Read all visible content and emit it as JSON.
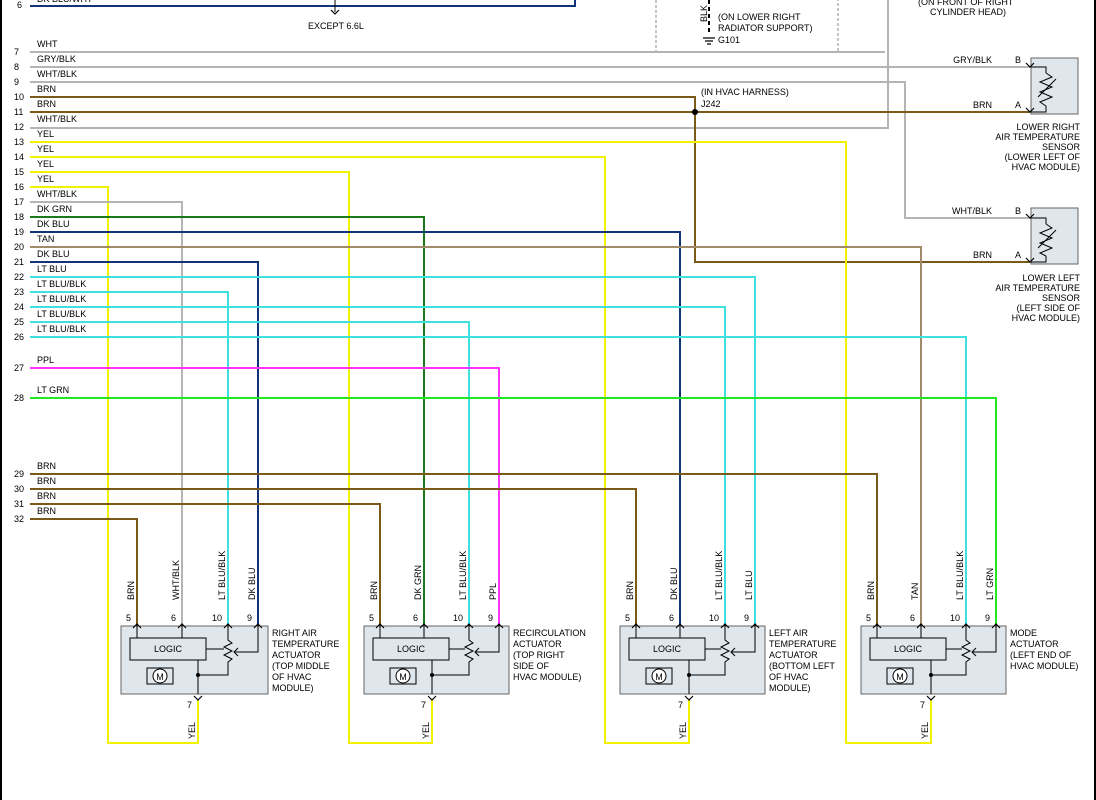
{
  "header": {
    "partial_row6_label": "DK BLU/WHT",
    "row6_number": "6",
    "except_label": "EXCEPT 6.6L",
    "ground_wire_color": "BLK",
    "ground_location_line1": "(ON LOWER RIGHT",
    "ground_location_line2": "RADIATOR SUPPORT)",
    "ground_id": "G101",
    "top_right_line1": "(ON FRONT OF RIGHT",
    "top_right_line2": "CYLINDER HEAD)"
  },
  "splice": {
    "location": "(IN HVAC HARNESS)",
    "id": "J242"
  },
  "colors": {
    "WHT": "#b4b4b4",
    "GRY/BLK": "#b4b4b4",
    "WHT/BLK": "#b4b4b4",
    "BRN": "#7a5a18",
    "YEL": "#f2f200",
    "DK GRN": "#1a7a1a",
    "DK BLU": "#14347a",
    "TAN": "#a08a6a",
    "LT BLU": "#3ee0e0",
    "LT BLU/BLK": "#3ee0e0",
    "PPL": "#ff33ff",
    "LT GRN": "#22e822"
  },
  "rows": [
    {
      "num": "7",
      "label": "WHT",
      "color": "WHT"
    },
    {
      "num": "8",
      "label": "GRY/BLK",
      "color": "GRY/BLK"
    },
    {
      "num": "9",
      "label": "WHT/BLK",
      "color": "WHT/BLK"
    },
    {
      "num": "10",
      "label": "BRN",
      "color": "BRN"
    },
    {
      "num": "11",
      "label": "BRN",
      "color": "BRN"
    },
    {
      "num": "12",
      "label": "WHT/BLK",
      "color": "WHT/BLK"
    },
    {
      "num": "13",
      "label": "YEL",
      "color": "YEL"
    },
    {
      "num": "14",
      "label": "YEL",
      "color": "YEL"
    },
    {
      "num": "15",
      "label": "YEL",
      "color": "YEL"
    },
    {
      "num": "16",
      "label": "YEL",
      "color": "YEL"
    },
    {
      "num": "17",
      "label": "WHT/BLK",
      "color": "WHT/BLK"
    },
    {
      "num": "18",
      "label": "DK GRN",
      "color": "DK GRN"
    },
    {
      "num": "19",
      "label": "DK BLU",
      "color": "DK BLU"
    },
    {
      "num": "20",
      "label": "TAN",
      "color": "TAN"
    },
    {
      "num": "21",
      "label": "DK BLU",
      "color": "DK BLU"
    },
    {
      "num": "22",
      "label": "LT BLU",
      "color": "LT BLU"
    },
    {
      "num": "23",
      "label": "LT BLU/BLK",
      "color": "LT BLU/BLK"
    },
    {
      "num": "24",
      "label": "LT BLU/BLK",
      "color": "LT BLU/BLK"
    },
    {
      "num": "25",
      "label": "LT BLU/BLK",
      "color": "LT BLU/BLK"
    },
    {
      "num": "26",
      "label": "LT BLU/BLK",
      "color": "LT BLU/BLK"
    },
    {
      "num": "27",
      "label": "PPL",
      "color": "PPL"
    },
    {
      "num": "28",
      "label": "LT GRN",
      "color": "LT GRN"
    },
    {
      "num": "29",
      "label": "BRN",
      "color": "BRN"
    },
    {
      "num": "30",
      "label": "BRN",
      "color": "BRN"
    },
    {
      "num": "31",
      "label": "BRN",
      "color": "BRN"
    },
    {
      "num": "32",
      "label": "BRN",
      "color": "BRN"
    }
  ],
  "sensors": [
    {
      "name_lines": [
        "LOWER RIGHT",
        "AIR TEMPERATURE",
        "SENSOR",
        "(LOWER LEFT OF",
        "HVAC MODULE)"
      ],
      "pins": [
        {
          "pin": "B",
          "wire": "GRY/BLK"
        },
        {
          "pin": "A",
          "wire": "BRN"
        }
      ]
    },
    {
      "name_lines": [
        "LOWER LEFT",
        "AIR TEMPERATURE",
        "SENSOR",
        "(LEFT SIDE OF",
        "HVAC MODULE)"
      ],
      "pins": [
        {
          "pin": "B",
          "wire": "WHT/BLK"
        },
        {
          "pin": "A",
          "wire": "BRN"
        }
      ]
    }
  ],
  "actuators": [
    {
      "name_lines": [
        "RIGHT AIR",
        "TEMPERATURE",
        "ACTUATOR",
        "(TOP MIDDLE",
        "OF HVAC",
        "MODULE)"
      ],
      "pins": [
        {
          "pin": "5",
          "wire": "BRN"
        },
        {
          "pin": "6",
          "wire": "WHT/BLK"
        },
        {
          "pin": "10",
          "wire": "LT BLU/BLK"
        },
        {
          "pin": "9",
          "wire": "DK BLU"
        }
      ],
      "bottom_pin": "7",
      "bottom_wire": "YEL",
      "logic": "LOGIC",
      "motor": "M"
    },
    {
      "name_lines": [
        "RECIRCULATION",
        "ACTUATOR",
        "(TOP RIGHT",
        "SIDE OF",
        "HVAC MODULE)"
      ],
      "pins": [
        {
          "pin": "5",
          "wire": "BRN"
        },
        {
          "pin": "6",
          "wire": "DK GRN"
        },
        {
          "pin": "10",
          "wire": "LT BLU/BLK"
        },
        {
          "pin": "9",
          "wire": "PPL"
        }
      ],
      "bottom_pin": "7",
      "bottom_wire": "YEL",
      "logic": "LOGIC",
      "motor": "M"
    },
    {
      "name_lines": [
        "LEFT AIR",
        "TEMPERATURE",
        "ACTUATOR",
        "(BOTTOM LEFT",
        "OF HVAC",
        "MODULE)"
      ],
      "pins": [
        {
          "pin": "5",
          "wire": "BRN"
        },
        {
          "pin": "6",
          "wire": "DK BLU"
        },
        {
          "pin": "10",
          "wire": "LT BLU/BLK"
        },
        {
          "pin": "9",
          "wire": "LT BLU"
        }
      ],
      "bottom_pin": "7",
      "bottom_wire": "YEL",
      "logic": "LOGIC",
      "motor": "M"
    },
    {
      "name_lines": [
        "MODE",
        "ACTUATOR",
        "(LEFT END OF",
        "HVAC MODULE)"
      ],
      "pins": [
        {
          "pin": "5",
          "wire": "BRN"
        },
        {
          "pin": "6",
          "wire": "TAN"
        },
        {
          "pin": "10",
          "wire": "LT BLU/BLK"
        },
        {
          "pin": "9",
          "wire": "LT GRN"
        }
      ],
      "bottom_pin": "7",
      "bottom_wire": "YEL",
      "logic": "LOGIC",
      "motor": "M"
    }
  ]
}
